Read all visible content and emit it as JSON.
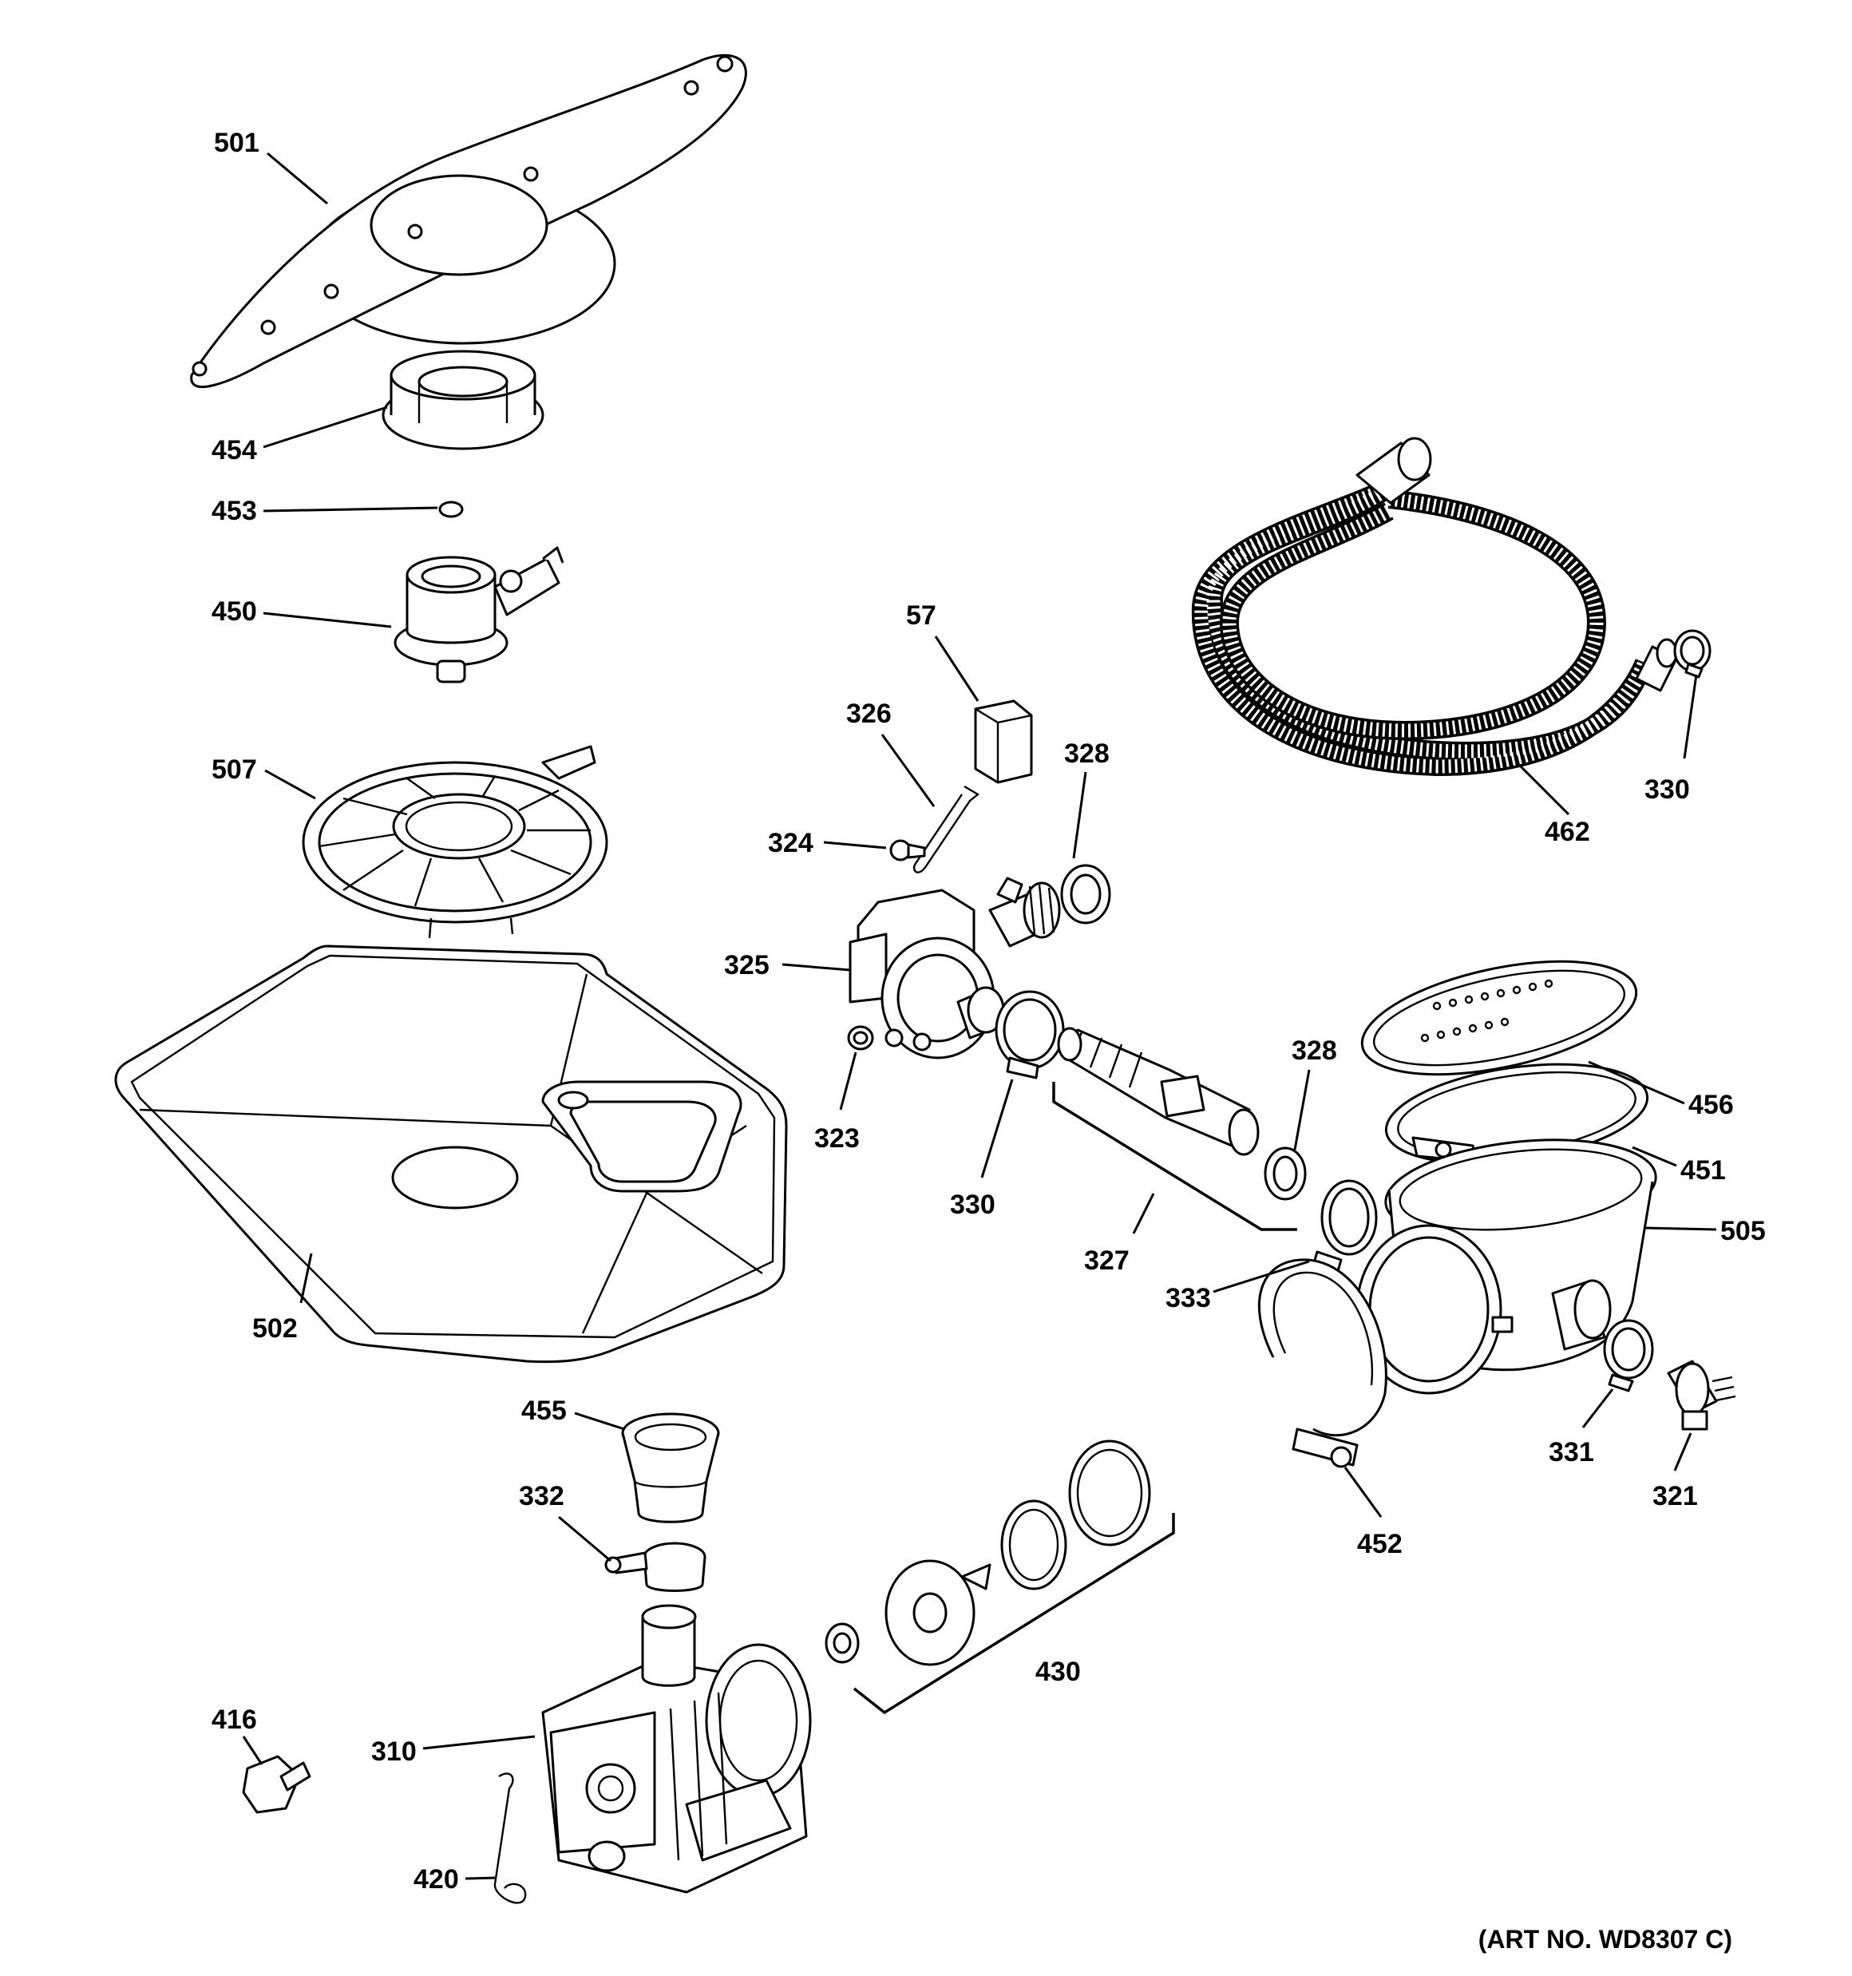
{
  "parts": [
    {
      "key": "501",
      "label": "501"
    },
    {
      "key": "454",
      "label": "454"
    },
    {
      "key": "453",
      "label": "453"
    },
    {
      "key": "450",
      "label": "450"
    },
    {
      "key": "507",
      "label": "507"
    },
    {
      "key": "502",
      "label": "502"
    },
    {
      "key": "57",
      "label": "57"
    },
    {
      "key": "326",
      "label": "326"
    },
    {
      "key": "328a",
      "label": "328"
    },
    {
      "key": "324",
      "label": "324"
    },
    {
      "key": "325",
      "label": "325"
    },
    {
      "key": "323",
      "label": "323"
    },
    {
      "key": "330a",
      "label": "330"
    },
    {
      "key": "327",
      "label": "327"
    },
    {
      "key": "328b",
      "label": "328"
    },
    {
      "key": "462",
      "label": "462"
    },
    {
      "key": "330b",
      "label": "330"
    },
    {
      "key": "456",
      "label": "456"
    },
    {
      "key": "451",
      "label": "451"
    },
    {
      "key": "505",
      "label": "505"
    },
    {
      "key": "333",
      "label": "333"
    },
    {
      "key": "331",
      "label": "331"
    },
    {
      "key": "321",
      "label": "321"
    },
    {
      "key": "452",
      "label": "452"
    },
    {
      "key": "455",
      "label": "455"
    },
    {
      "key": "332",
      "label": "332"
    },
    {
      "key": "430",
      "label": "430"
    },
    {
      "key": "416",
      "label": "416"
    },
    {
      "key": "310",
      "label": "310"
    },
    {
      "key": "420",
      "label": "420"
    }
  ],
  "art_number": "(ART NO. WD8307 C)"
}
